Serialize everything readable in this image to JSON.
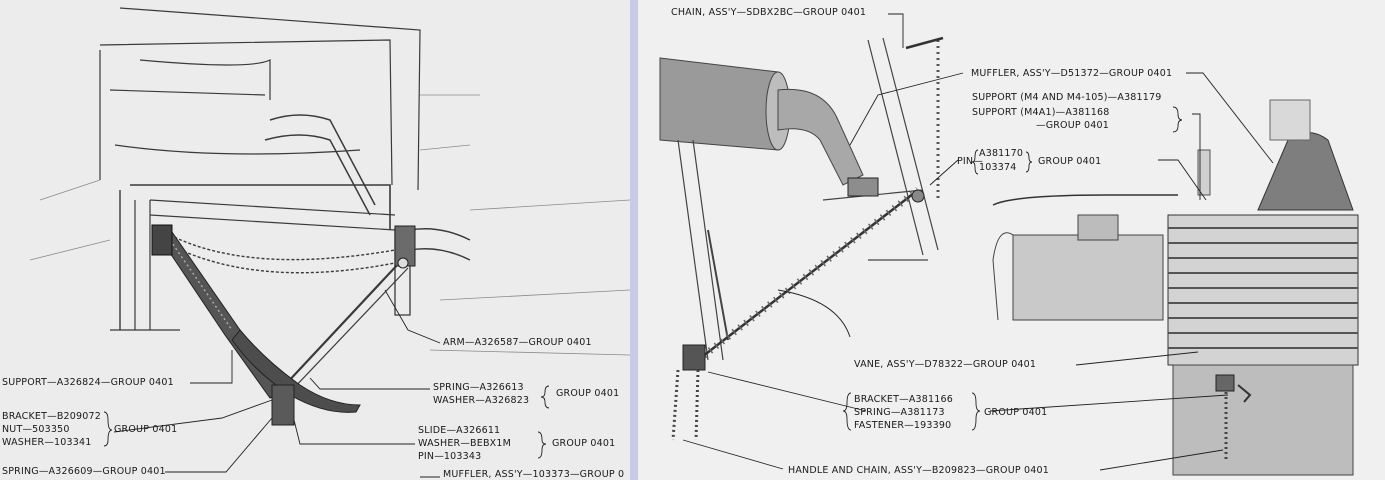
{
  "left": {
    "labels": {
      "arm": "ARM—A326587—GROUP 0401",
      "support": "SUPPORT—A326824—GROUP 0401",
      "spring_a": "SPRING—A326613",
      "washer_a": "WASHER—A326823",
      "group_a": "GROUP 0401",
      "bracket": "BRACKET—B209072",
      "nut": "NUT—503350",
      "washer_b": "WASHER—103341",
      "group_b": "GROUP 0401",
      "slide": "SLIDE—A326611",
      "washer_c": "WASHER—BEBX1M",
      "pin": "PIN—103343",
      "group_c": "GROUP 0401",
      "spring_b": "SPRING—A326609—GROUP 0401",
      "muffler": "MUFFLER, ASS'Y—103373—GROUP 0"
    }
  },
  "right": {
    "labels": {
      "chain": "CHAIN, ASS'Y—SDBX2BC—GROUP 0401",
      "muffler": "MUFFLER, ASS'Y—D51372—GROUP 0401",
      "support_m4": "SUPPORT (M4 AND M4-105)—A381179",
      "support_m4a1": "SUPPORT (M4A1)—A381168",
      "support_group": "—GROUP 0401",
      "pin": "PIN—",
      "pin_num1": "A381170",
      "pin_num2": "103374",
      "pin_group": "GROUP 0401",
      "vane": "VANE, ASS'Y—D78322—GROUP 0401",
      "bracket": "BRACKET—A381166",
      "spring": "SPRING—A381173",
      "fastener": "FASTENER—193390",
      "bsf_group": "GROUP 0401",
      "handle": "HANDLE AND CHAIN, ASS'Y—B209823—GROUP 0401"
    }
  }
}
